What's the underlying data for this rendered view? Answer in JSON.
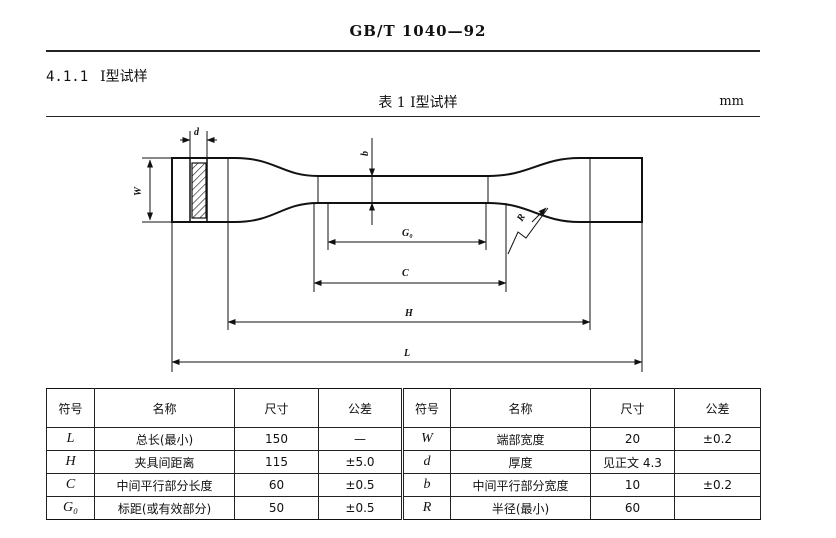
{
  "header": {
    "code": "GB/T 1040—92"
  },
  "clause": {
    "number": "4.1.1",
    "title": "Ⅰ型试样"
  },
  "table_caption": {
    "text": "表 1  Ⅰ型试样"
  },
  "unit": "mm",
  "figure": {
    "labels": {
      "d": "d",
      "b": "b",
      "W": "W",
      "G0": "G₀",
      "C": "C",
      "H": "H",
      "L": "L",
      "R": "R"
    }
  },
  "table": {
    "headers": [
      "符号",
      "名称",
      "尺寸",
      "公差",
      "符号",
      "名称",
      "尺寸",
      "公差"
    ],
    "rows": [
      [
        "L",
        "总长(最小)",
        "150",
        "—",
        "W",
        "端部宽度",
        "20",
        "±0.2"
      ],
      [
        "H",
        "夹具间距离",
        "115",
        "±5.0",
        "d",
        "厚度",
        "见正文 4.3",
        ""
      ],
      [
        "C",
        "中间平行部分长度",
        "60",
        "±0.5",
        "b",
        "中间平行部分宽度",
        "10",
        "±0.2"
      ],
      [
        "G₀",
        "标距(或有效部分)",
        "50",
        "±0.5",
        "R",
        "半径(最小)",
        "60",
        ""
      ]
    ]
  }
}
